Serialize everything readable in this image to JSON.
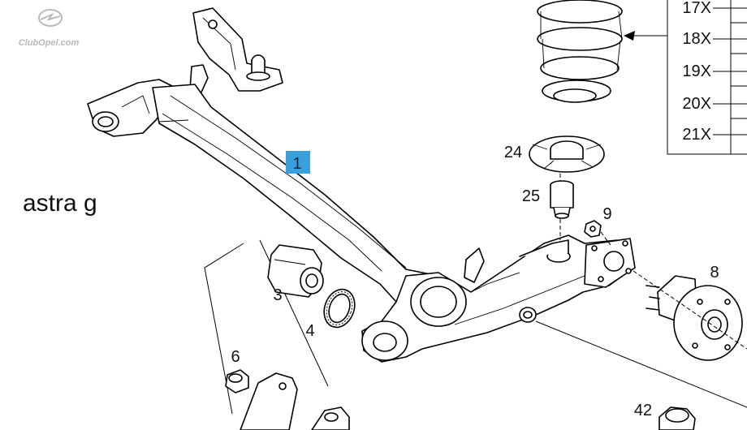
{
  "watermark": "ClubOpel.com",
  "model_label": "astra g",
  "callouts": {
    "main": "1",
    "bushing": "3",
    "ring": "4",
    "nut_left": "6",
    "hub": "8",
    "nut_right": "9",
    "spring_seat": "24",
    "bump_stop": "25",
    "bushing_bottom": "42"
  },
  "spring_table": [
    {
      "label": "17X"
    },
    {
      "label": "18X"
    },
    {
      "label": "19X"
    },
    {
      "label": "20X"
    },
    {
      "label": "21X"
    }
  ],
  "colors": {
    "highlight": "#3aa0dc",
    "ink": "#000000",
    "watermark": "#b9b9b9"
  }
}
